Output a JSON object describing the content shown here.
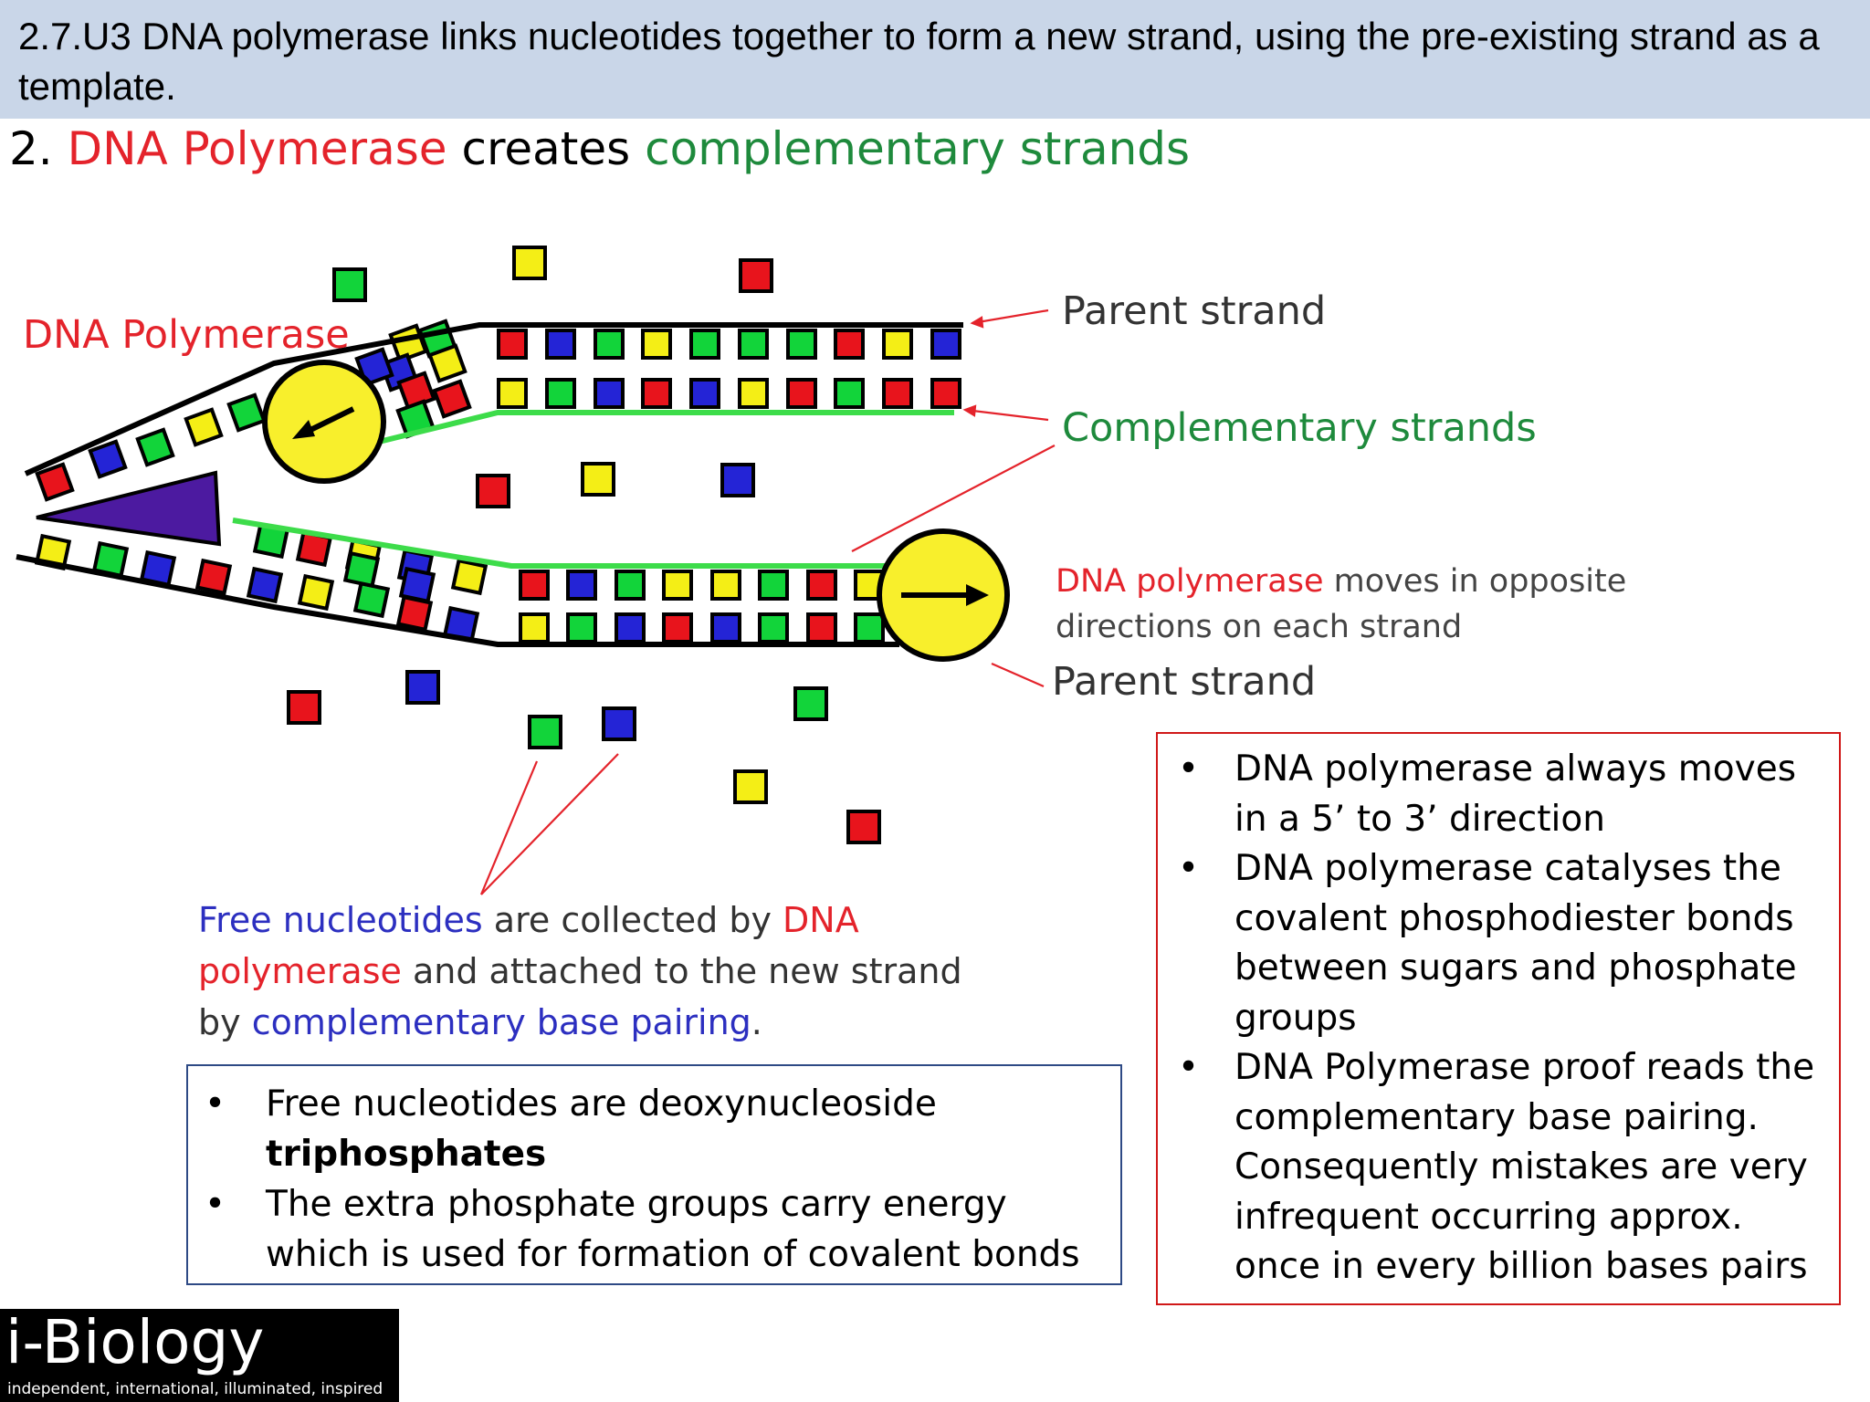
{
  "header": {
    "title": "2.7.U3 DNA polymerase links nucleotides together to form a new strand, using the pre-existing strand as a template."
  },
  "subtitle": {
    "number": "2.",
    "part1": "DNA Polymerase",
    "part2": "creates",
    "part3": "complementary strands"
  },
  "diagram": {
    "labels": {
      "dna_polymerase": "DNA Polymerase",
      "parent_strand_top": "Parent strand",
      "complementary_strands": "Complementary strands",
      "moves_part1": "DNA polymerase",
      "moves_part2": "moves in opposite",
      "moves_line2": "directions on each strand",
      "parent_strand_bottom": "Parent strand"
    },
    "colors": {
      "red": "#e8141c",
      "blue": "#2424d6",
      "green": "#12d43a",
      "yellow": "#f4ee16",
      "purple": "#4c1aa0",
      "enzyme": "#f8ef2c",
      "pointer": "#e4232b",
      "new_strand": "#3ddc4a"
    }
  },
  "caption": {
    "p1": "Free nucleotides",
    "p2": " are collected by ",
    "p3": "DNA polymerase",
    "p4": " and attached to the new strand by ",
    "p5": "complementary base pairing",
    "p6": "."
  },
  "box_blue": {
    "item1_text": "Free nucleotides are deoxynucleoside ",
    "item1_bold": "triphosphates",
    "item2": "The extra phosphate groups carry energy which is used for formation of covalent bonds"
  },
  "box_red": {
    "item1": "DNA polymerase always moves in a 5’ to 3’ direction",
    "item2": "DNA polymerase catalyses the covalent phosphodiester bonds between sugars and phosphate groups",
    "item3": "DNA Polymerase proof reads the complementary base pairing. Consequently mistakes are very infrequent occurring approx. once in every billion bases pairs"
  },
  "logo": {
    "name": "i-Biology",
    "tagline": "independent, international, illuminated, inspired"
  }
}
